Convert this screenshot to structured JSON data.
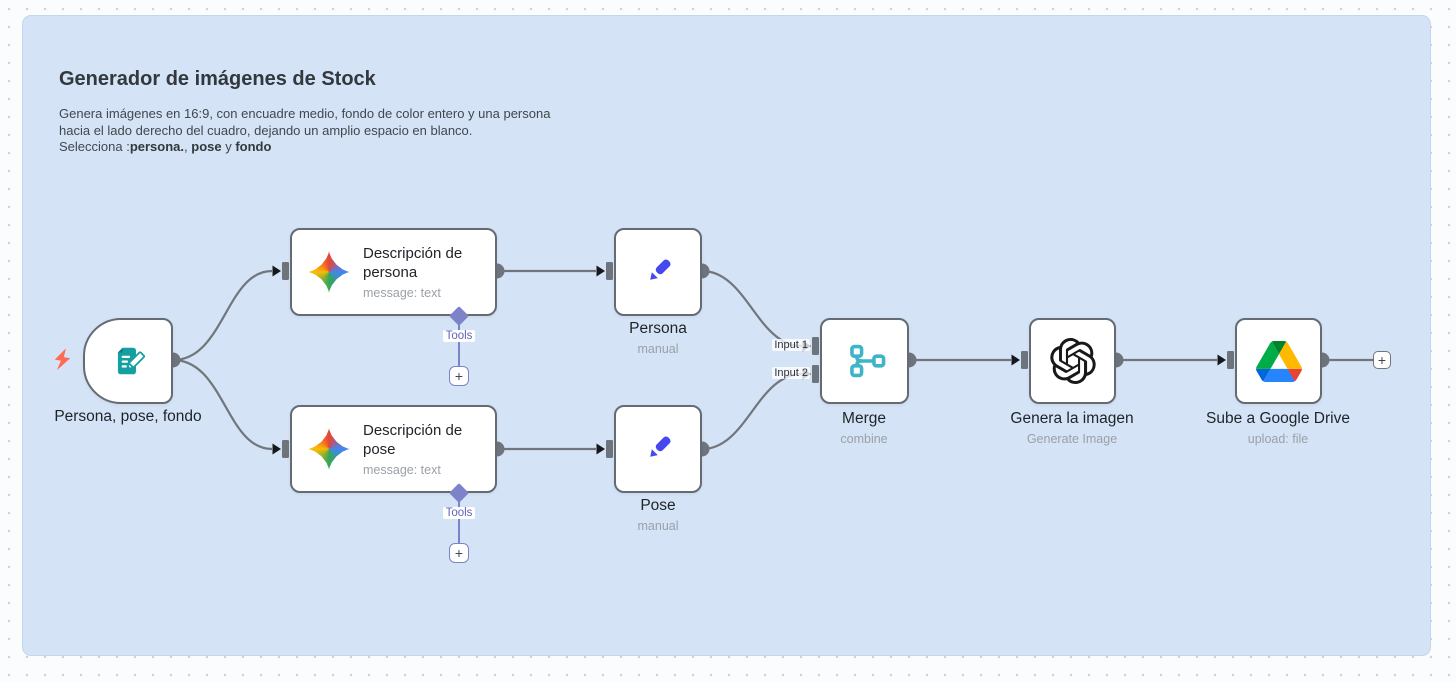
{
  "sticky": {
    "title": "Generador de imágenes de Stock",
    "desc_line1": "Genera imágenes en 16:9, con encuadre medio, fondo de color entero y una persona",
    "desc_line2": "hacia el lado derecho del cuadro, dejando un amplio espacio en blanco.",
    "select_prefix": "Selecciona :",
    "select_persona": "persona.",
    "select_sep1": ", ",
    "select_pose": "pose",
    "select_sep2": " y ",
    "select_fondo": "fondo"
  },
  "nodes": {
    "trigger": {
      "label": "Persona, pose, fondo"
    },
    "desc_persona": {
      "title": "Descripción de\npersona",
      "subtitle": "message: text",
      "tools_label": "Tools",
      "add_tool": "+"
    },
    "desc_pose": {
      "title": "Descripción de\npose",
      "subtitle": "message: text",
      "tools_label": "Tools",
      "add_tool": "+"
    },
    "persona": {
      "label": "Persona",
      "subtitle": "manual"
    },
    "pose": {
      "label": "Pose",
      "subtitle": "manual"
    },
    "merge": {
      "label": "Merge",
      "subtitle": "combine",
      "input1_label": "Input 1",
      "input2_label": "Input 2"
    },
    "generate_image": {
      "label": "Genera la imagen",
      "subtitle": "Generate Image"
    },
    "google_drive": {
      "label": "Sube a Google Drive",
      "subtitle": "upload: file"
    }
  },
  "ui": {
    "add_node": "+"
  },
  "icons": {
    "trigger": "form-trigger-icon",
    "description_nodes": "gemini-sparkle-icon",
    "manual_nodes": "pencil-icon",
    "merge": "merge-branches-icon",
    "generate_image": "openai-icon",
    "google_drive": "google-drive-icon",
    "activation": "lightning-icon",
    "tools_port": "diamond-port-icon",
    "add": "plus-icon"
  },
  "colors": {
    "canvas_bg": "#fbfcfe",
    "grid_dot": "#ced3da",
    "sticky_bg": "#d4e3f5",
    "sticky_border": "#c2d7ee",
    "node_bg": "#ffffff",
    "node_border": "#646b73",
    "wire": "#70767c",
    "endpoint": "#6e747b",
    "arrow": "#16181b",
    "title_text": "#20252a",
    "subtitle_text": "#9aa1a8",
    "teal_icon": "#14a0a0",
    "merge_icon": "#3db4c7",
    "pencil_icon": "#4548ee",
    "tools_purple": "#7d83c8",
    "lightning": "#ff6a55",
    "gemini_red": "#ea4335",
    "gemini_blue": "#4285f4",
    "gemini_green": "#34a853",
    "gemini_yellow": "#fbbc04",
    "openai_black": "#191919",
    "drive_blue": "#2684fc",
    "drive_green": "#00ac47",
    "drive_yellow": "#ffba00",
    "drive_red": "#ea4335",
    "drive_dark_blue": "#0066da",
    "drive_dark_green": "#00832d"
  }
}
